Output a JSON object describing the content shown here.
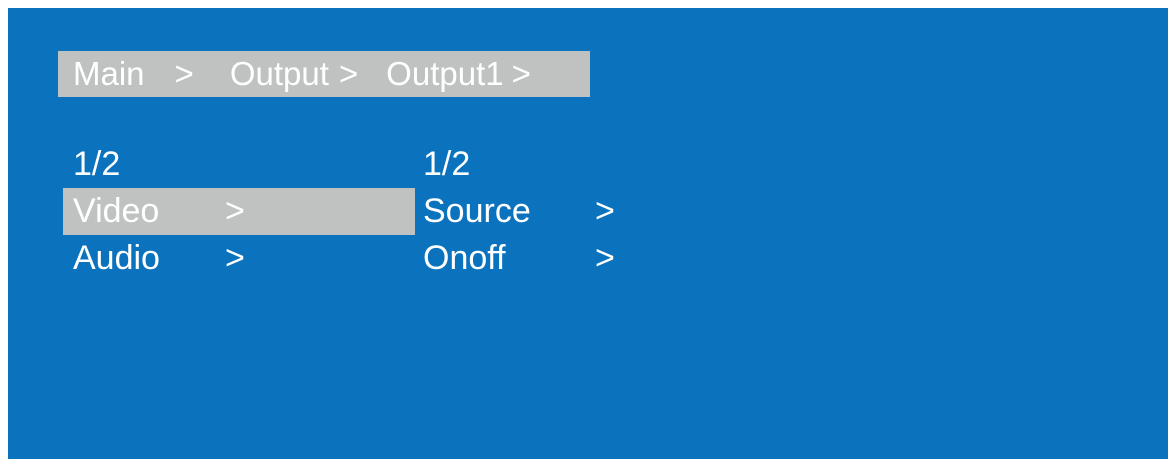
{
  "colors": {
    "page_bg": "#ffffff",
    "panel_bg": "#0b72bd",
    "bar_gray": "#bfc2c0",
    "text_white": "#ffffff"
  },
  "breadcrumb": {
    "segments": [
      "Main",
      "Output",
      "Output1"
    ],
    "separator": ">"
  },
  "left_menu": {
    "page_indicator": "1/2",
    "items": [
      {
        "label": "Video",
        "arrow": ">",
        "selected": true
      },
      {
        "label": "Audio",
        "arrow": ">",
        "selected": false
      }
    ]
  },
  "right_menu": {
    "page_indicator": "1/2",
    "items": [
      {
        "label": "Source",
        "arrow": ">"
      },
      {
        "label": "Onoff",
        "arrow": ">"
      }
    ]
  }
}
